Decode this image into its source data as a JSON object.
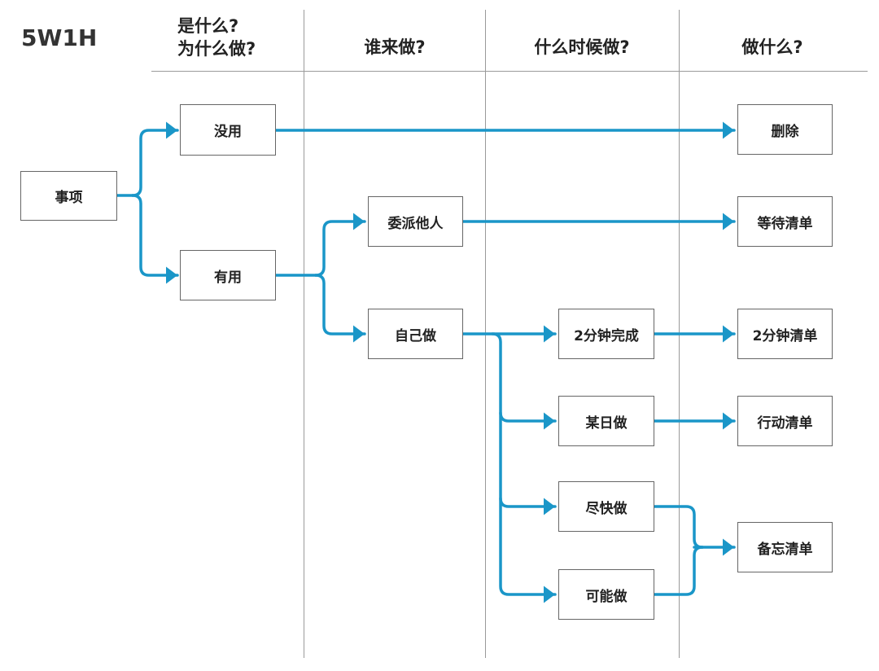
{
  "title": "5W1H",
  "headers": {
    "what_line1": "是什么?",
    "what_line2": "为什么做?",
    "who": "谁来做?",
    "when": "什么时候做?",
    "action": "做什么?"
  },
  "nodes": {
    "item": "事项",
    "useless": "没用",
    "useful": "有用",
    "delegate": "委派他人",
    "self": "自己做",
    "two_min": "2分钟完成",
    "someday": "某日做",
    "asap": "尽快做",
    "maybe": "可能做",
    "delete": "删除",
    "waiting_list": "等待清单",
    "two_min_list": "2分钟清单",
    "action_list": "行动清单",
    "memo_list": "备忘清单"
  },
  "colors": {
    "arrow": "#1a96c8",
    "box_border": "#666666",
    "divider": "#9a9a9a"
  }
}
